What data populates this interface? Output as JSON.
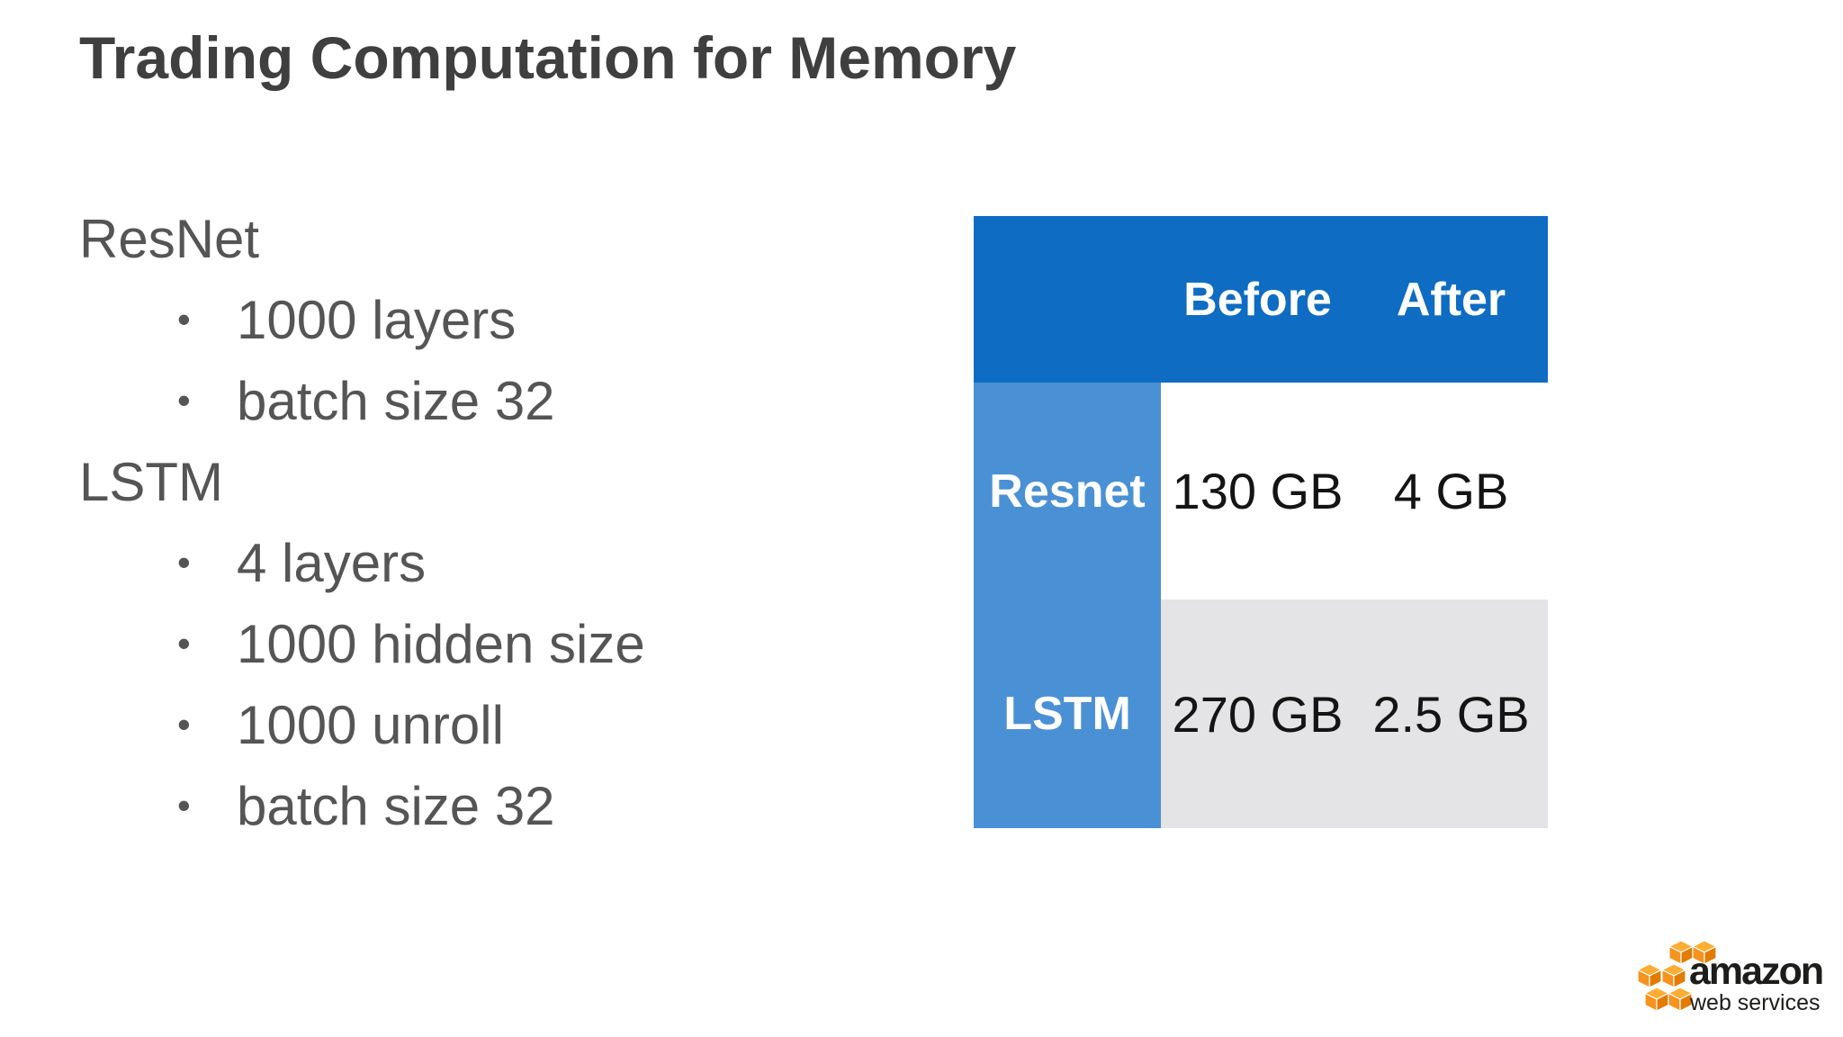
{
  "title": "Trading Computation for Memory",
  "outline": {
    "bullet_char": "•",
    "rows": [
      {
        "type": "heading",
        "text": "ResNet"
      },
      {
        "type": "bullet",
        "text": "1000 layers"
      },
      {
        "type": "bullet",
        "text": "batch size 32"
      },
      {
        "type": "heading",
        "text": "LSTM"
      },
      {
        "type": "bullet",
        "text": "4 layers"
      },
      {
        "type": "bullet",
        "text": "1000 hidden size"
      },
      {
        "type": "bullet",
        "text": "1000 unroll"
      },
      {
        "type": "bullet",
        "text": "batch size 32"
      }
    ]
  },
  "chart_data": {
    "type": "table",
    "col_headers": [
      "",
      "Before",
      "After"
    ],
    "rows": [
      {
        "label": "Resnet",
        "before": "130 GB",
        "after": "4 GB"
      },
      {
        "label": "LSTM",
        "before": "270 GB",
        "after": "2.5 GB"
      }
    ]
  },
  "logo": {
    "brand": "amazon",
    "sub": "web services"
  },
  "colors": {
    "table_header_blue": "#0e6cc2",
    "row_label_blue": "#4a90d4",
    "row_alt_gray": "#e4e4e6",
    "aws_orange": "#f6921e",
    "aws_orange_light": "#ffad33",
    "aws_orange_dark": "#e37b00",
    "title_text": "#3f3f3f",
    "body_text": "#555555",
    "table_text": "#141414",
    "table_header_text": "#ffffff"
  }
}
